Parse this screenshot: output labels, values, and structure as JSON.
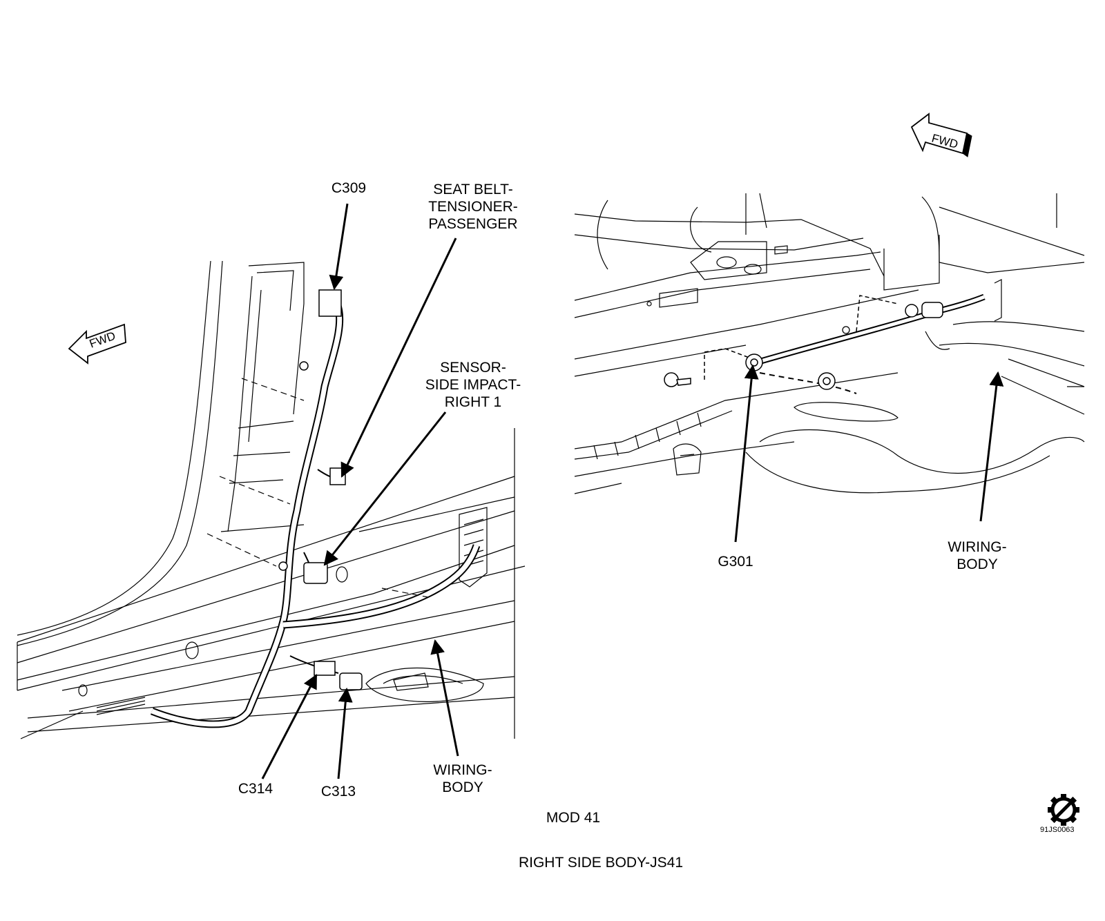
{
  "left_view": {
    "fwd_label": "FWD",
    "callouts": {
      "c309": [
        "C309"
      ],
      "seat_belt": [
        "SEAT BELT-",
        "TENSIONER-",
        "PASSENGER"
      ],
      "sensor": [
        "SENSOR-",
        "SIDE IMPACT-",
        "RIGHT 1"
      ],
      "c314": [
        "C314"
      ],
      "c313": [
        "C313"
      ],
      "wiring": [
        "WIRING-",
        "BODY"
      ]
    }
  },
  "right_view": {
    "fwd_label": "FWD",
    "callouts": {
      "g301": [
        "G301"
      ],
      "wiring": [
        "WIRING-",
        "BODY"
      ]
    }
  },
  "module_label": "MOD 41",
  "title": "RIGHT SIDE BODY-JS41",
  "figure_code": "91JS0063",
  "icons": [
    "gear-icon"
  ],
  "colors": {
    "ink": "#000000",
    "paper": "#ffffff"
  }
}
